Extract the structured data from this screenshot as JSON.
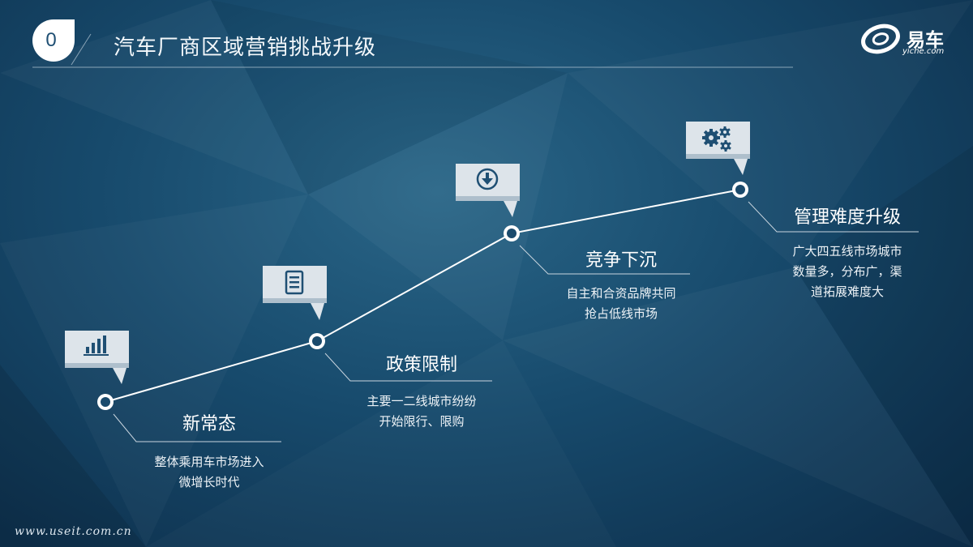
{
  "header": {
    "badge_number": "0",
    "title": "汽车厂商区域营销挑战升级"
  },
  "logo": {
    "name": "易车",
    "domain": "yiche.com"
  },
  "footer": {
    "watermark": "www.useit.com.cn"
  },
  "steps": [
    {
      "title": "新常态",
      "description": "整体乘用车市场进入\n微增长时代",
      "icon": "bar-chart-icon"
    },
    {
      "title": "政策限制",
      "description": "主要一二线城市纷纷\n开始限行、限购",
      "icon": "document-icon"
    },
    {
      "title": "竞争下沉",
      "description": "自主和合资品牌共同\n抢占低线市场",
      "icon": "download-icon"
    },
    {
      "title": "管理难度升级",
      "description": "广大四五线市场城市\n数量多，分布广，渠\n道拓展难度大",
      "icon": "gears-icon"
    }
  ],
  "colors": {
    "accent": "#1f4f73",
    "card": "#dde4ea",
    "line": "#ffffff"
  }
}
